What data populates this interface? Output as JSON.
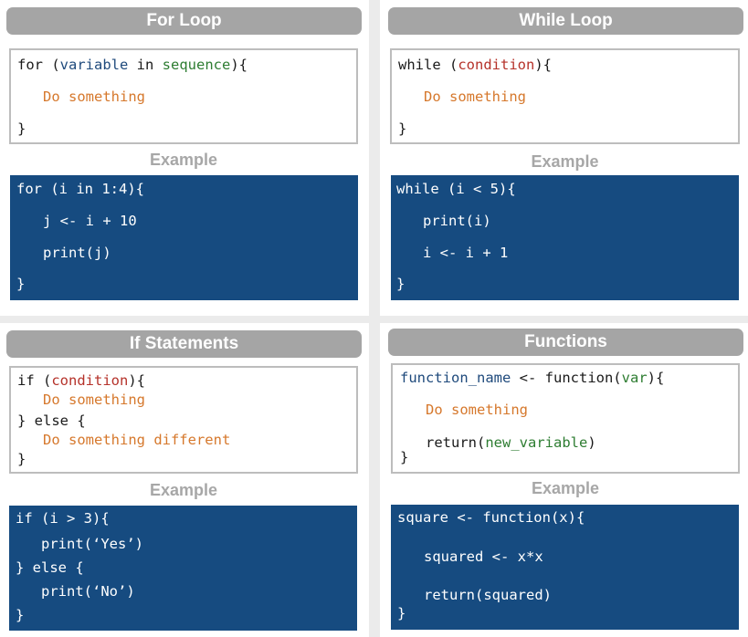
{
  "example_label": "Example",
  "for_loop": {
    "title": "For Loop",
    "t_kw": "for (",
    "t_var": "variable",
    "t_in": " in ",
    "t_seq": "sequence",
    "t_end": "){",
    "t_do": "Do something",
    "t_close": "}",
    "ex": [
      "for (i in 1:4){",
      "j <- i + 10",
      "print(j)",
      "}"
    ]
  },
  "while_loop": {
    "title": "While Loop",
    "t_kw": "while (",
    "t_cond": "condition",
    "t_end": "){",
    "t_do": "Do something",
    "t_close": "}",
    "ex": [
      "while (i < 5){",
      "print(i)",
      "i <- i + 1",
      "}"
    ]
  },
  "if_statements": {
    "title": "If Statements",
    "t_kw": "if (",
    "t_cond": "condition",
    "t_end": "){",
    "t_do": "Do something",
    "t_else": "} else {",
    "t_do2": "Do something different",
    "t_close": "}",
    "ex": [
      "if (i > 3){",
      "print(‘Yes’)",
      "} else {",
      "print(‘No’)",
      "}"
    ]
  },
  "functions": {
    "title": "Functions",
    "t_name": "function_name",
    "t_arrow": " <- function(",
    "t_var": "var",
    "t_end": "){",
    "t_do": "Do something",
    "t_ret": "return(",
    "t_newvar": "new_variable",
    "t_retend": ")",
    "t_close": "}",
    "ex": [
      "square <- function(x){",
      "squared <- x*x",
      "return(squared)",
      "}"
    ]
  }
}
